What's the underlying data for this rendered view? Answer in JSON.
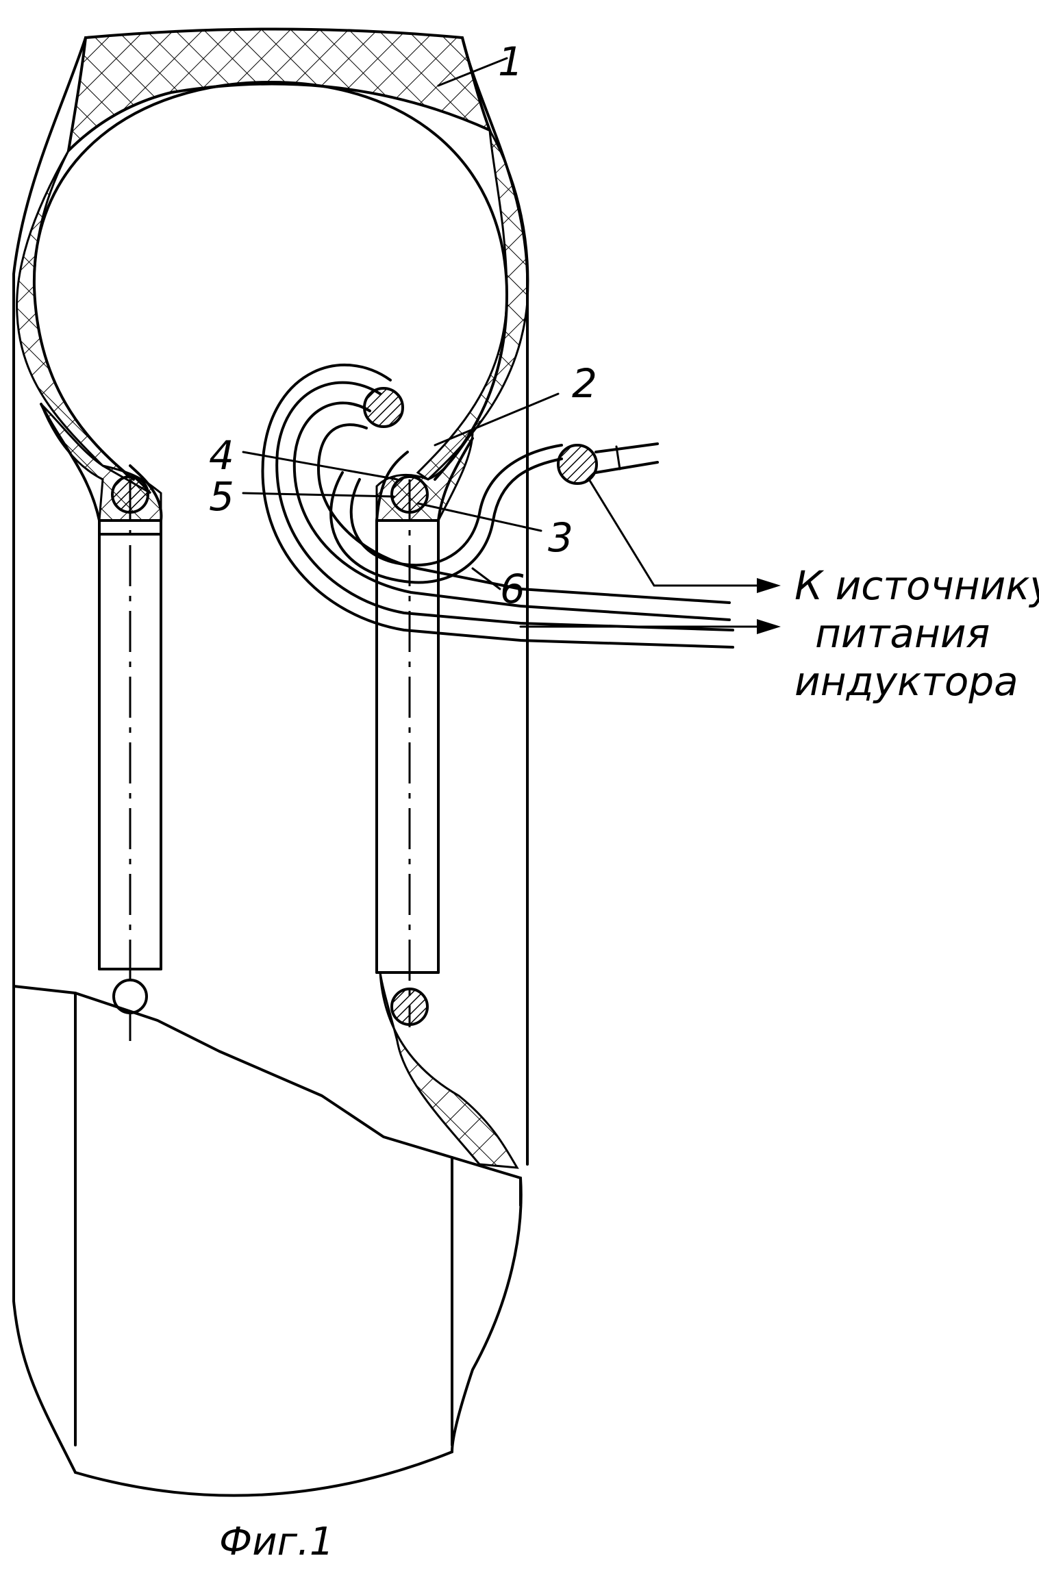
{
  "labels": {
    "n1": "1",
    "n2": "2",
    "n3": "3",
    "n4": "4",
    "n5": "5",
    "n6": "6"
  },
  "note": {
    "line1": "К источнику",
    "line2": "питания",
    "line3": "индуктора"
  },
  "caption": "Фиг.1"
}
